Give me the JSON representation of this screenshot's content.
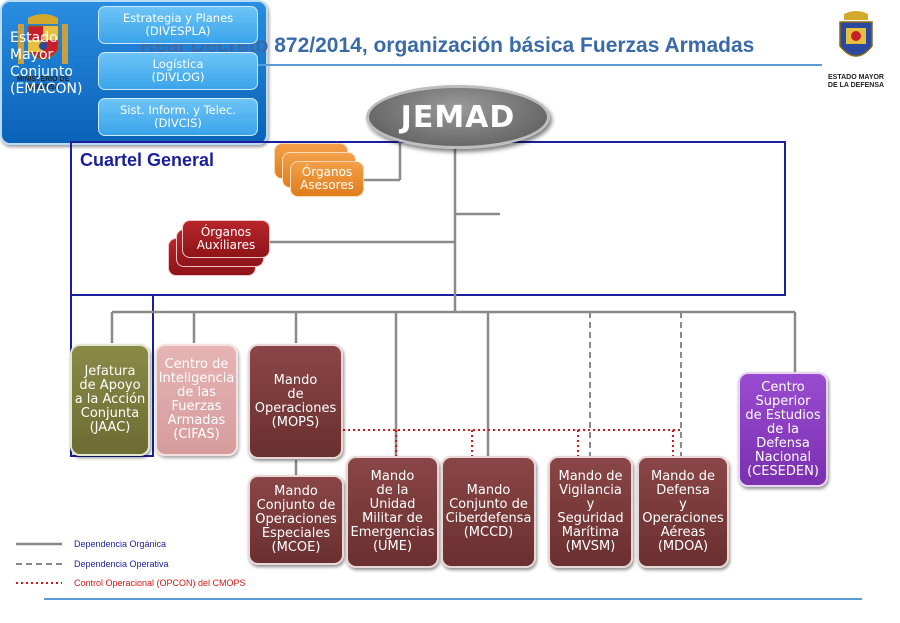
{
  "header": {
    "title": "Real Decreto 872/2014, organización básica Fuerzas Armadas",
    "left_emblem": {
      "icon": "spain-coat-of-arms",
      "caption": "MINISTERIO DE\nDEFENSA"
    },
    "right_emblem": {
      "icon": "emad-shield",
      "caption": "ESTADO MAYOR\nDE LA DEFENSA"
    }
  },
  "chart": {
    "top": "JEMAD",
    "cuartel_general_label": "Cuartel General",
    "organos_asesores": "Órganos\nAsesores",
    "organos_auxiliares": "Órganos\nAuxiliares",
    "emacon": {
      "title": "Estado\nMayor\nConjunto\n(EMACON)",
      "divisions": [
        "Estrategia y Planes\n(DIVESPLA)",
        "Logística\n(DIVLOG)",
        "Sist. Inform. y Telec.\n(DIVCIS)"
      ]
    },
    "jaac": "Jefatura\nde Apoyo\na la Acción\nConjunta\n(JAAC)",
    "cifas": "Centro de\nInteligencia\nde las\nFuerzas\nArmadas\n(CIFAS)",
    "mops": "Mando\nde\nOperaciones\n(MOPS)",
    "ceseden": "Centro\nSuperior\nde Estudios\nde la Defensa\nNacional\n(CESEDEN)",
    "mcoe": "Mando\nConjunto de\nOperaciones\nEspeciales\n(MCOE)",
    "ume": "Mando\nde la\nUnidad\nMilitar de\nEmergencias\n(UME)",
    "mccd": "Mando\nConjunto de\nCiberdefensa\n(MCCD)",
    "mvsm": "Mando de\nVigilancia\ny\nSeguridad\nMarítima\n(MVSM)",
    "mdoa": "Mando de\nDefensa\ny\nOperaciones\nAéreas\n(MDOA)"
  },
  "legend": [
    {
      "label": "Dependencia Orgánica",
      "style": "solid",
      "color": "#888888"
    },
    {
      "label": "Dependencia Operativa",
      "style": "dashed",
      "color": "#888888"
    },
    {
      "label": "Control Operacional (OPCON) del CMOPS",
      "style": "dotted",
      "color": "#d01818"
    }
  ],
  "colors": {
    "title": "#3a6aa8",
    "frame": "#1a1f9e",
    "maroon": "#7a3a3a",
    "emacon": "#0a62b8",
    "division": "#4fb4f0",
    "olive": "#7a7a3c",
    "pink": "#e0aaaa",
    "purple": "#8a3ec0",
    "orange": "#e88a2a",
    "darkred": "#a01c20",
    "opcon": "#d01818"
  }
}
